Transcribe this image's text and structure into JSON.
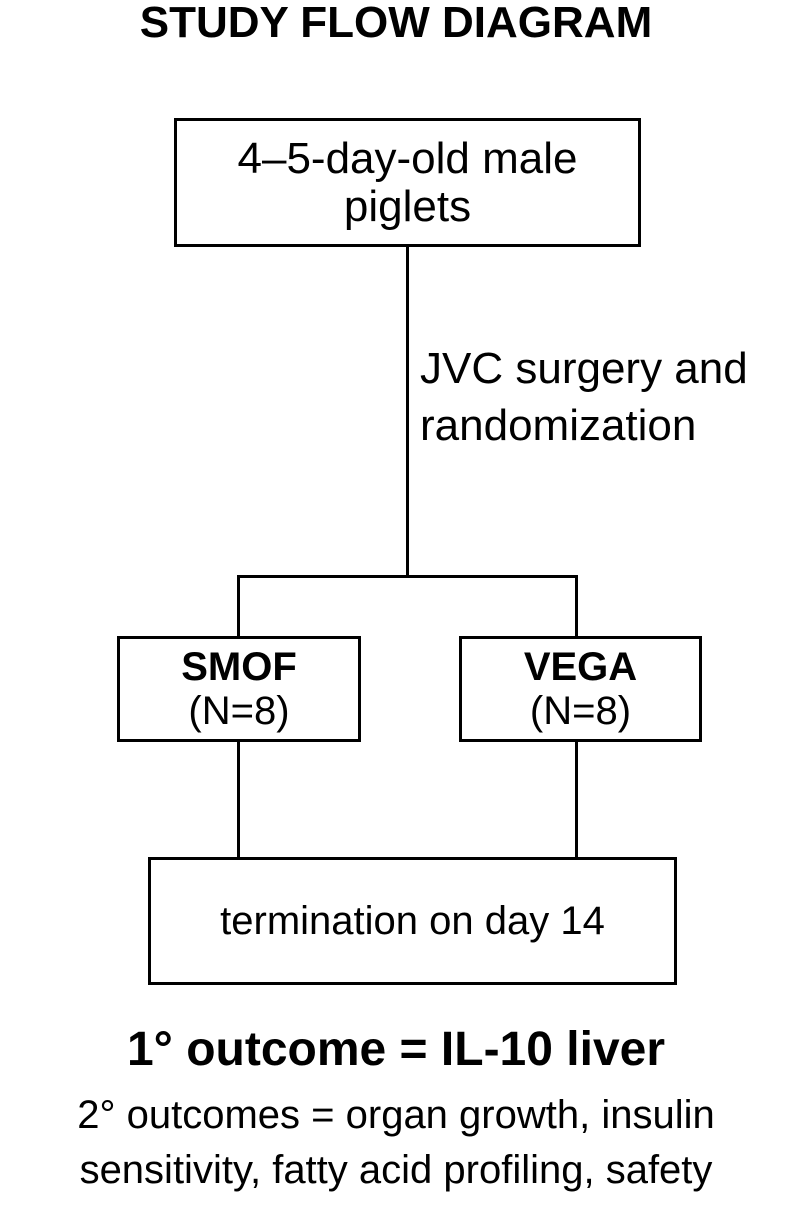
{
  "title": "STUDY FLOW DIAGRAM",
  "start_box": {
    "line1": "4–5-day-old male",
    "line2": "piglets"
  },
  "procedure": {
    "line1": "JVC surgery and",
    "line2": "randomization"
  },
  "arms": [
    {
      "name": "SMOF",
      "n": "(N=8)"
    },
    {
      "name": "VEGA",
      "n": "(N=8)"
    }
  ],
  "end_box": "termination on day 14",
  "outcomes": {
    "primary": "1° outcome = IL-10 liver",
    "secondary_line1": "2° outcomes = organ growth, insulin",
    "secondary_line2": "sensitivity, fatty acid profiling, safety"
  }
}
